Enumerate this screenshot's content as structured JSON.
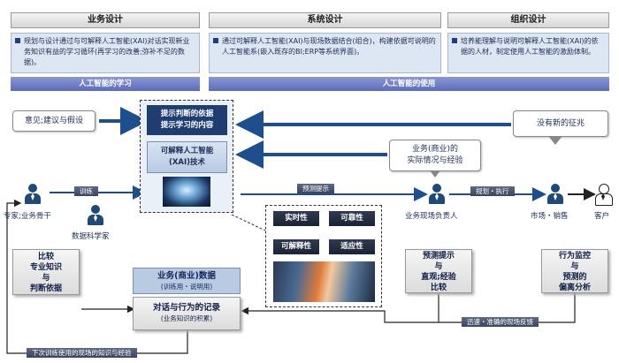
{
  "top": {
    "biz_design": {
      "title": "业务设计",
      "desc": "规划与设计通过与可解释人工智能(XAI)对话实现新业务知识有益的学习循环(再学习的改善;弥补不足的数据)。"
    },
    "sys_design": {
      "title": "系统设计",
      "desc": "通过可解释人工智能(XAI)与现场数据结合(组合)，构建依据可说明的人工智能系(嵌入既存的BI;ERP等系统界面)。"
    },
    "org_design": {
      "title": "组织设计",
      "desc": "培养能理解与说明可解释人工智能(XAI)的依据的人材，制定使用人工智能的激励体制。"
    },
    "band_learning": "人工智能的学习",
    "band_usage": "人工智能的使用"
  },
  "center": {
    "hint_box": "提示判断的依据\n提示学习的内容",
    "xai_box": "可解释人工智能\n(XAI)技术"
  },
  "bubbles": {
    "opinion": "意见;建议与假设",
    "no_sign": "没有新的征兆",
    "biz_reality": "业务(商业)的\n实际情况与经验"
  },
  "flow": {
    "train": "训练",
    "predict_hint": "预测提示",
    "plan_exec": "规划・执行"
  },
  "people": {
    "expert": "专家;业务骨干",
    "data_scientist": "数据科学家",
    "field_manager": "业务现场负责人",
    "market_sales": "市场・销售",
    "customer": "客户"
  },
  "features": {
    "realtime": "实时性",
    "reliability": "可靠性",
    "explainability": "可解释性",
    "adaptability": "适应性"
  },
  "bottom": {
    "compare": "比较\n专业知识\n与\n判断依据",
    "biz_data": "业务(商业)数据",
    "biz_data_sub": "(训练用・说明用)",
    "records": "对话与行为的记录",
    "records_sub": "(业务知识的积累)",
    "predict_compare": "预测提示\n与\n直观;经验\n比较",
    "monitor": "行为监控\n与\n预测的\n偏离分析",
    "feedback": "迅速・准确的现场反馈",
    "next_train": "下次训练使用的现场的知识与经验"
  },
  "colors": {
    "arrow": "#1e4f8c",
    "dark_navy": "#1f3d70",
    "band": "#6a77c2",
    "desc_bg": "#dde6f3"
  }
}
